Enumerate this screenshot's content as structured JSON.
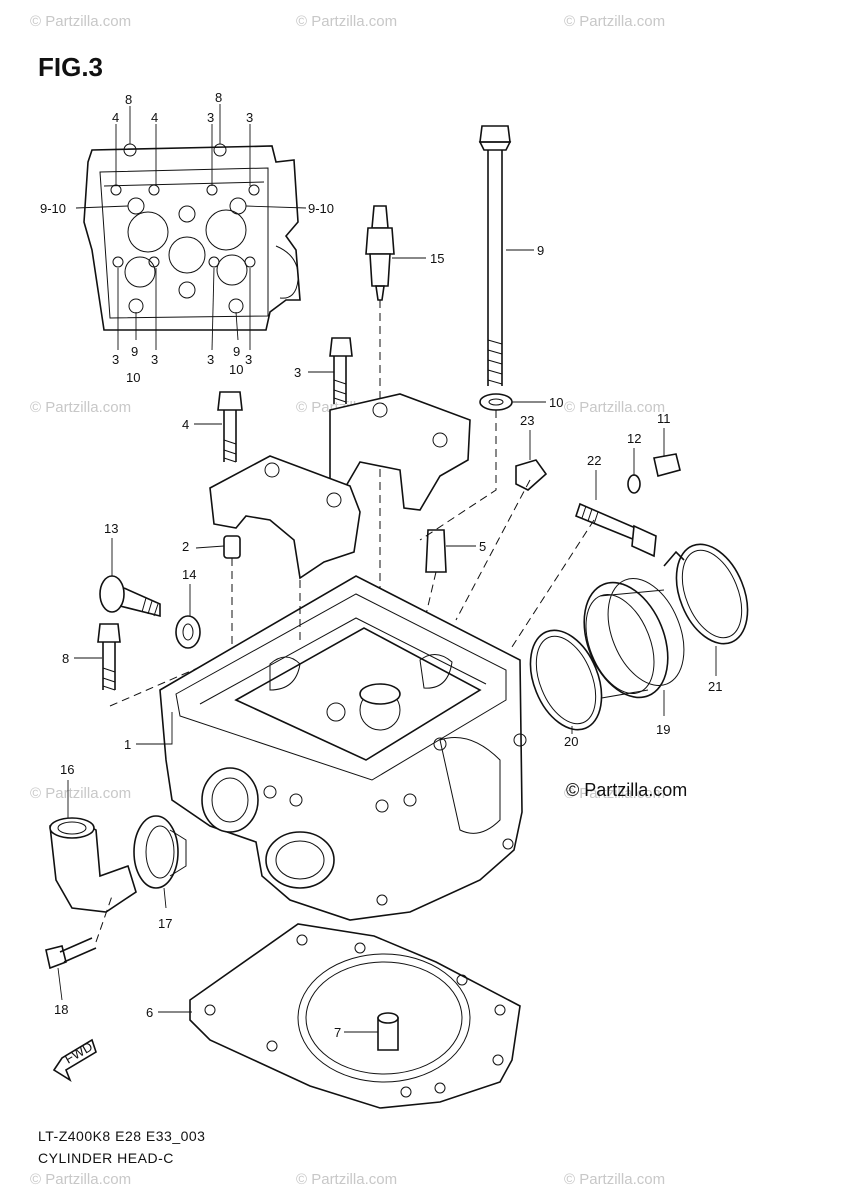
{
  "figure": {
    "title": "FIG.3"
  },
  "watermark": {
    "text": "© Partzilla.com",
    "color": "#c8c8c8"
  },
  "copyright": "© Partzilla.com",
  "footer": {
    "code": "LT-Z400K8 E28 E33_003",
    "name": "CYLINDER HEAD-C"
  },
  "fwd_label": "FWD",
  "callouts": {
    "inset": [
      "8",
      "8",
      "4",
      "4",
      "3",
      "3",
      "9-10",
      "9-10",
      "3",
      "9",
      "3",
      "3",
      "9",
      "3",
      "10",
      "10"
    ],
    "main": [
      "15",
      "9",
      "3",
      "10",
      "4",
      "23",
      "12",
      "11",
      "22",
      "13",
      "2",
      "5",
      "14",
      "8",
      "21",
      "19",
      "1",
      "20",
      "16",
      "17",
      "18",
      "6",
      "7"
    ]
  }
}
